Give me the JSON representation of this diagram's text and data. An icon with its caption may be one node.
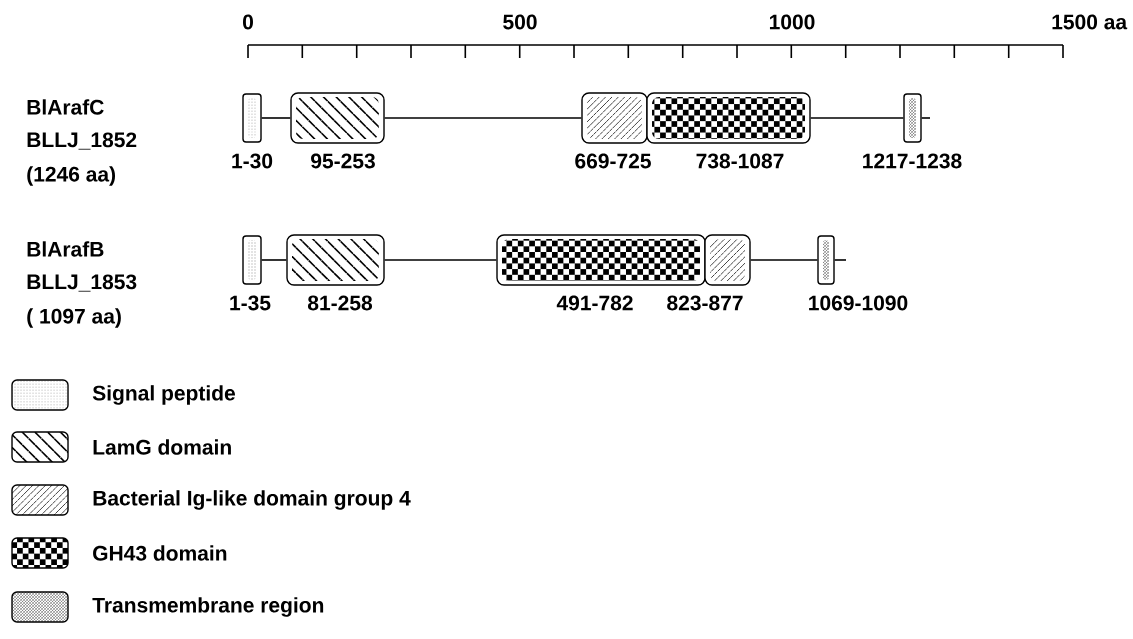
{
  "diagram": {
    "nodes": [
      {
        "text": [],
        "shape": "box",
        "beside": [
          "1-30"
        ]
      },
      {
        "text": [],
        "shape": "box",
        "beside": [
          "95-253"
        ]
      },
      {
        "text": [],
        "shape": "box",
        "beside": [
          "669-725"
        ]
      },
      {
        "text": [],
        "shape": "box",
        "beside": [
          "738-1087"
        ]
      },
      {
        "text": [],
        "shape": "box",
        "beside": [
          "1217-1238"
        ]
      },
      {
        "text": [],
        "shape": "box",
        "beside": [
          "1-35"
        ]
      },
      {
        "text": [],
        "shape": "box",
        "beside": [
          "81-258"
        ]
      },
      {
        "text": [],
        "shape": "box",
        "beside": [
          "491-782"
        ]
      },
      {
        "text": [],
        "shape": "box",
        "beside": [
          "823-877"
        ]
      },
      {
        "text": [],
        "shape": "box",
        "beside": [
          "1069-1090"
        ]
      }
    ],
    "edges": [
      {
        "from": 0,
        "to": 1,
        "arrow": "none"
      },
      {
        "from": 1,
        "to": 2,
        "arrow": "none"
      },
      {
        "from": 3,
        "to": 4,
        "arrow": "none"
      },
      {
        "from": 4,
        "to": null,
        "arrow": "none"
      },
      {
        "from": 5,
        "to": 6,
        "arrow": "none"
      },
      {
        "from": 6,
        "to": 7,
        "arrow": "none"
      },
      {
        "from": 8,
        "to": 9,
        "arrow": "none"
      },
      {
        "from": 9,
        "to": null,
        "arrow": "none"
      }
    ],
    "labels": [
      "0",
      "500",
      "1000",
      "1500 aa",
      "BlArafC",
      "BLLJ_1852",
      "(1246 aa)",
      "BlArafB",
      "BLLJ_1853",
      "( 1097 aa)"
    ],
    "legend": [
      {
        "text": "Signal peptide"
      },
      {
        "text": "LamG domain"
      },
      {
        "text": "Bacterial Ig-like domain group 4"
      },
      {
        "text": "GH43 domain"
      },
      {
        "text": "Transmembrane region"
      }
    ]
  }
}
